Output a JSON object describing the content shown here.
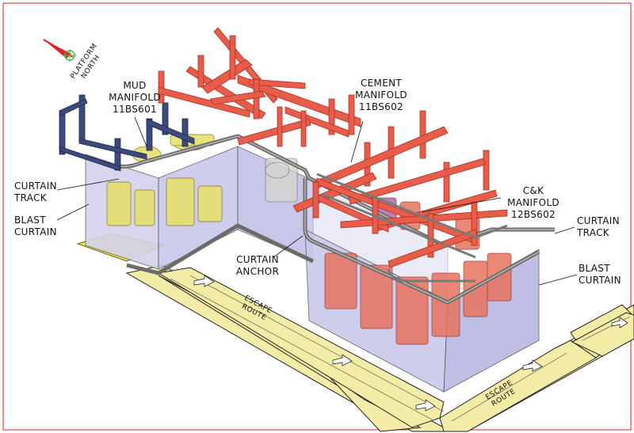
{
  "colors": {
    "border": "#e04848",
    "curtain_fill": "#c9c8ea",
    "steel_red": "#e85c4a",
    "steel_red_dark": "#a83225",
    "steel_blue": "#3c4a7e",
    "steel_blue_dark": "#1e2648",
    "escape_yellow": "#f3eca7",
    "escape_stroke": "#222222",
    "equipment_yellow": "#e6df6e",
    "north_arrow": "#e02020",
    "north_circle": "#4ab84a",
    "track_gray": "#7a7a7a"
  },
  "north": {
    "line1": "PLATFORM",
    "line2": "NORTH"
  },
  "labels": {
    "mud_manifold": [
      "MUD",
      "MANIFOLD",
      "11BS601"
    ],
    "cement_manifold": [
      "CEMENT",
      "MANIFOLD",
      "11BS602"
    ],
    "ck_manifold": [
      "C&K",
      "MANIFOLD",
      "12BS602"
    ],
    "curtain_track_left": [
      "CURTAIN",
      "TRACK"
    ],
    "blast_curtain_left": [
      "BLAST",
      "CURTAIN"
    ],
    "curtain_anchor": [
      "CURTAIN",
      "ANCHOR"
    ],
    "curtain_track_right": [
      "CURTAIN",
      "TRACK"
    ],
    "blast_curtain_right": [
      "BLAST",
      "CURTAIN"
    ],
    "escape_route_1": [
      "ESCAPE",
      "ROUTE"
    ],
    "escape_route_2": [
      "ESCAPE",
      "ROUTE"
    ]
  }
}
